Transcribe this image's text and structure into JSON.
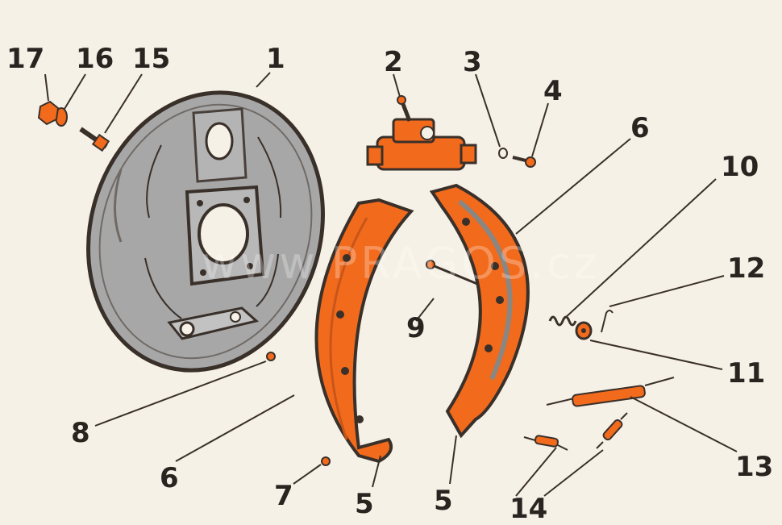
{
  "watermark": "www.PRAGOS.cz",
  "labels": {
    "l1": "1",
    "l2": "2",
    "l3": "3",
    "l4": "4",
    "l5a": "5",
    "l5b": "5",
    "l6a": "6",
    "l6b": "6",
    "l7": "7",
    "l8": "8",
    "l9": "9",
    "l10": "10",
    "l11": "11",
    "l12": "12",
    "l13": "13",
    "l14": "14",
    "l15": "15",
    "l16": "16",
    "l17": "17"
  },
  "colors": {
    "backplate": "#a7a7a7",
    "shoe": "#f26a1c",
    "outline": "#3a302a"
  }
}
